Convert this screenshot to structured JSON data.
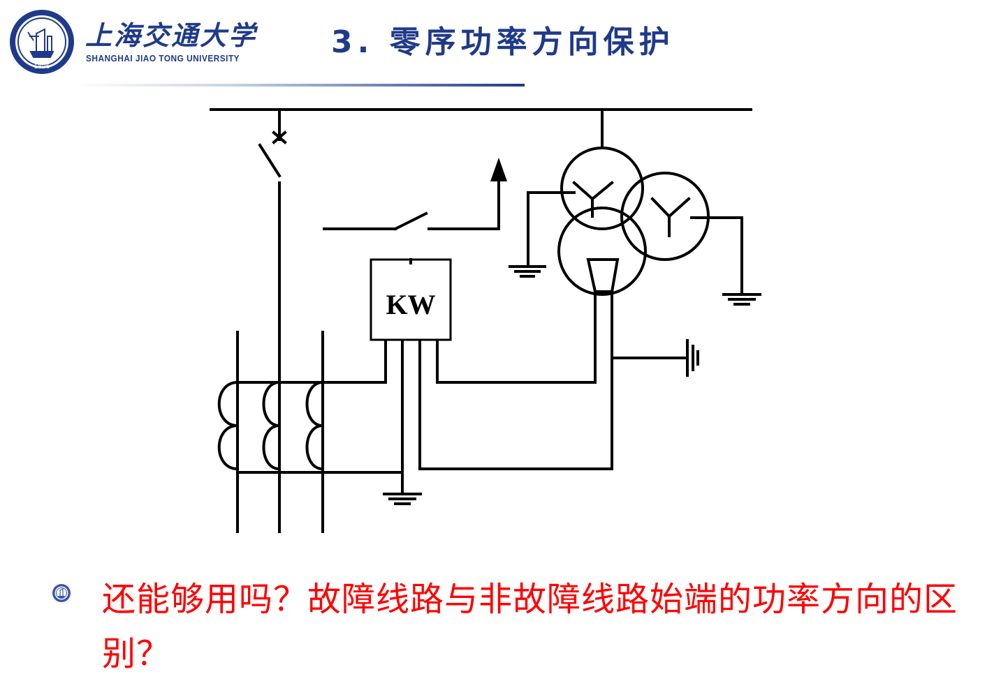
{
  "header": {
    "university_cn": "上海交通大学",
    "university_en": "SHANGHAI JIAO TONG UNIVERSITY",
    "logo_year": "1896",
    "title": "3. 零序功率方向保护",
    "accent_color": "#1f3a8a"
  },
  "diagram": {
    "relay_label": "KW",
    "line_color": "#000000"
  },
  "body": {
    "question": "还能够用吗？故障线路与非故障线路始端的功率方向的区别？",
    "text_color": "#ff0000",
    "bullet_icon": "university-seal-icon"
  }
}
